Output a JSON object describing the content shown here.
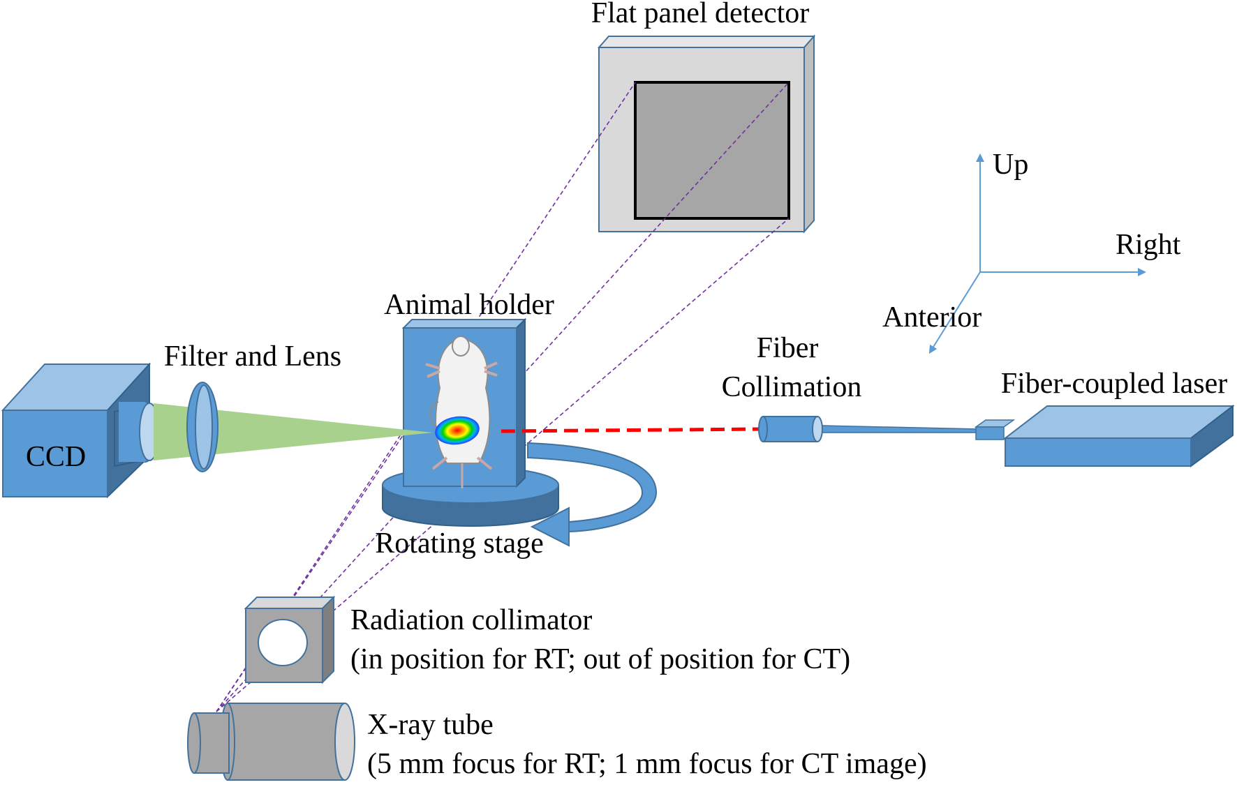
{
  "labels": {
    "flat_panel_detector": "Flat panel detector",
    "animal_holder": "Animal holder",
    "filter_and_lens": "Filter and Lens",
    "ccd": "CCD",
    "fiber_collimation_line1": "Fiber",
    "fiber_collimation_line2": "Collimation",
    "fiber_coupled_laser": "Fiber-coupled laser",
    "rotating_stage": "Rotating stage",
    "radiation_collimator_line1": "Radiation collimator",
    "radiation_collimator_line2": "(in position for RT; out of position for CT)",
    "xray_tube_line1": "X-ray tube",
    "xray_tube_line2": "(5 mm focus for RT; 1 mm focus for CT image)"
  },
  "axes": {
    "up": "Up",
    "right": "Right",
    "anterior": "Anterior"
  },
  "colors": {
    "device_blue": "#5b9bd5",
    "device_blue_light": "#9dc3e6",
    "device_blue_dark": "#41719c",
    "gray_face": "#a6a6a6",
    "gray_light": "#d9d9d9",
    "light_cone_green": "#a9d18e",
    "laser_red": "#ff0000",
    "xray_beam_purple": "#7030a0",
    "axis_blue": "#5b9bd5"
  }
}
